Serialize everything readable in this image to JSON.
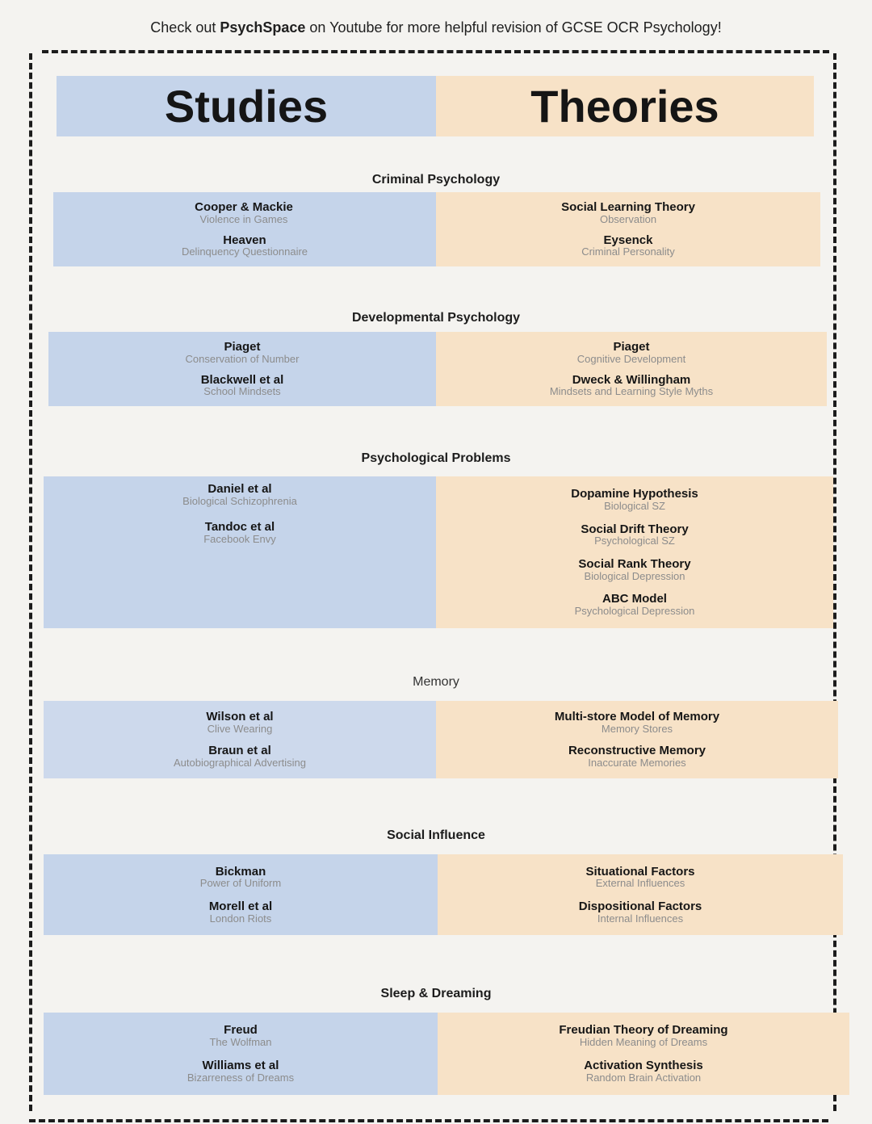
{
  "top_note": {
    "prefix": "Check out ",
    "brand": "PsychSpace",
    "suffix": " on Youtube for more helpful revision of GCSE OCR Psychology!"
  },
  "header": {
    "studies": "Studies",
    "theories": "Theories"
  },
  "sections": [
    {
      "title": "Criminal Psychology",
      "studies": [
        {
          "name": "Cooper & Mackie",
          "sub": "Violence in Games"
        },
        {
          "name": "Heaven",
          "sub": "Delinquency Questionnaire"
        }
      ],
      "theories": [
        {
          "name": "Social Learning Theory",
          "sub": "Observation"
        },
        {
          "name": "Eysenck",
          "sub": "Criminal Personality"
        }
      ]
    },
    {
      "title": "Developmental Psychology",
      "studies": [
        {
          "name": "Piaget",
          "sub": "Conservation of Number"
        },
        {
          "name": "Blackwell et al",
          "sub": "School Mindsets"
        }
      ],
      "theories": [
        {
          "name": "Piaget",
          "sub": "Cognitive Development"
        },
        {
          "name": "Dweck & Willingham",
          "sub": "Mindsets and Learning Style Myths"
        }
      ]
    },
    {
      "title": "Psychological Problems",
      "studies": [
        {
          "name": "Daniel et al",
          "sub": "Biological Schizophrenia"
        },
        {
          "name": "Tandoc et al",
          "sub": "Facebook Envy"
        }
      ],
      "theories": [
        {
          "name": "Dopamine Hypothesis",
          "sub": "Biological SZ"
        },
        {
          "name": "Social Drift Theory",
          "sub": "Psychological SZ"
        },
        {
          "name": "Social Rank Theory",
          "sub": "Biological Depression"
        },
        {
          "name": "ABC Model",
          "sub": "Psychological Depression"
        }
      ]
    },
    {
      "title": "Memory",
      "studies": [
        {
          "name": "Wilson et al",
          "sub": "Clive Wearing"
        },
        {
          "name": "Braun et al",
          "sub": "Autobiographical Advertising"
        }
      ],
      "theories": [
        {
          "name": "Multi-store Model of Memory",
          "sub": "Memory Stores"
        },
        {
          "name": "Reconstructive Memory",
          "sub": "Inaccurate Memories"
        }
      ]
    },
    {
      "title": "Social Influence",
      "studies": [
        {
          "name": "Bickman",
          "sub": "Power of Uniform"
        },
        {
          "name": "Morell et al",
          "sub": "London Riots"
        }
      ],
      "theories": [
        {
          "name": "Situational Factors",
          "sub": "External Influences"
        },
        {
          "name": "Dispositional Factors",
          "sub": "Internal Influences"
        }
      ]
    },
    {
      "title": "Sleep & Dreaming",
      "studies": [
        {
          "name": "Freud",
          "sub": "The Wolfman"
        },
        {
          "name": "Williams et al",
          "sub": "Bizarreness of Dreams"
        }
      ],
      "theories": [
        {
          "name": "Freudian Theory of Dreaming",
          "sub": "Hidden Meaning of Dreams"
        },
        {
          "name": "Activation Synthesis",
          "sub": "Random Brain Activation"
        }
      ]
    }
  ]
}
